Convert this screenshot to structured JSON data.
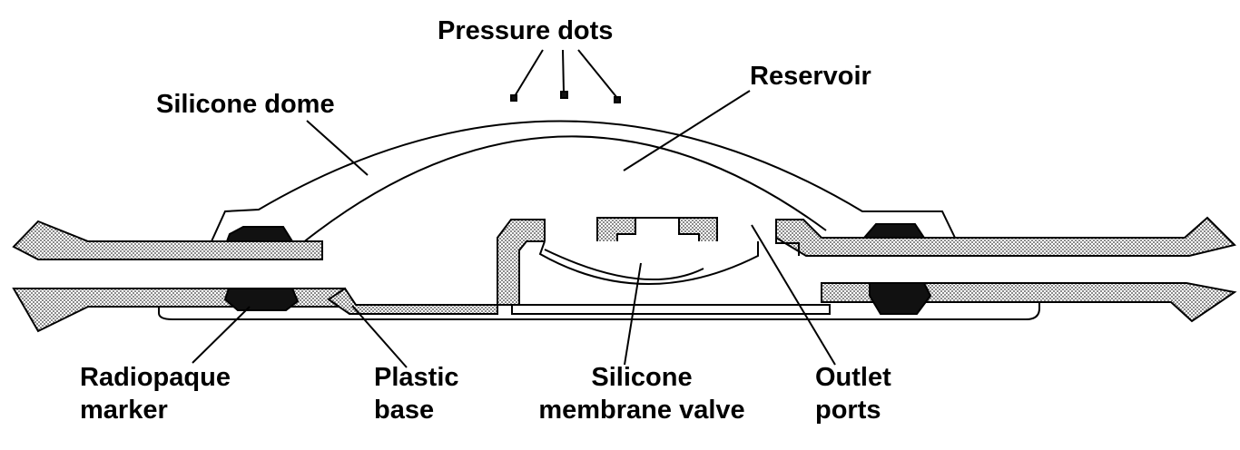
{
  "labels": {
    "pressure_dots": "Pressure dots",
    "reservoir": "Reservoir",
    "silicone_dome": "Silicone dome",
    "radiopaque_marker": [
      "Radiopaque",
      "marker"
    ],
    "plastic_base": [
      "Plastic",
      "base"
    ],
    "silicone_membrane_valve": [
      "Silicone",
      "membrane valve"
    ],
    "outlet_ports": [
      "Outlet",
      "ports"
    ]
  },
  "colors": {
    "outline": "#000000",
    "hatch": "#9a9a9a",
    "marker_fill": "#111111",
    "background": "#ffffff"
  }
}
